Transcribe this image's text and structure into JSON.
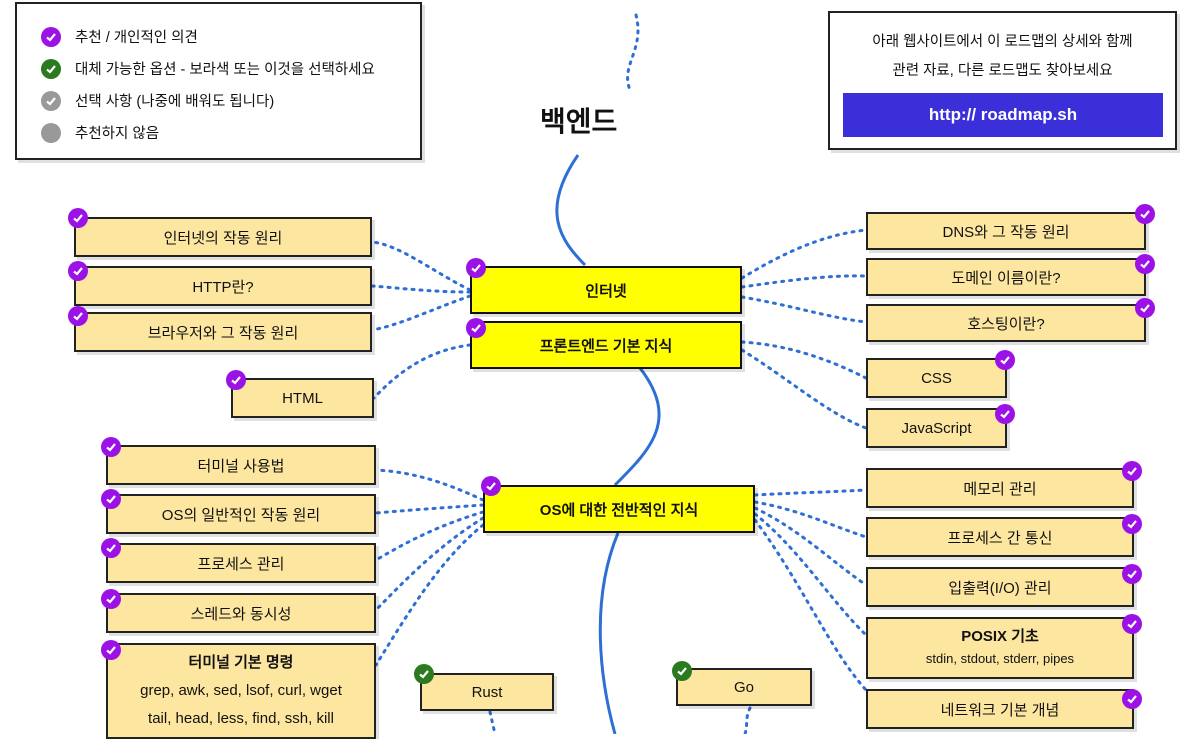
{
  "title": "백엔드",
  "legend": [
    {
      "label": "추천 / 개인적인 의견",
      "color": "#9b11e6"
    },
    {
      "label": "대체 가능한 옵션 - 보라색 또는 이것을 선택하세요",
      "color": "#2b7a1f"
    },
    {
      "label": "선택 사항 (나중에 배워도 됩니다)",
      "color": "#999999"
    },
    {
      "label": "추천하지 않음",
      "color": "#999999"
    }
  ],
  "info": {
    "line1": "아래 웹사이트에서 이 로드맵의 상세와 함께",
    "line2": "관련 자료, 다른 로드맵도 찾아보세요",
    "url": "http:// roadmap.sh"
  },
  "topics": {
    "internet": "인터넷",
    "frontend": "프론트엔드 기본 지식",
    "os": "OS에 대한 전반적인 지식"
  },
  "left_internet": [
    "인터넷의 작동 원리",
    "HTTP란?",
    "브라우저와 그 작동 원리"
  ],
  "html": "HTML",
  "right_internet": [
    "DNS와 그 작동 원리",
    "도메인 이름이란?",
    "호스팅이란?"
  ],
  "right_frontend": [
    "CSS",
    "JavaScript"
  ],
  "left_os": [
    "터미널 사용법",
    "OS의 일반적인 작동 원리",
    "프로세스 관리",
    "스레드와 동시성"
  ],
  "terminal_cmd": {
    "heading": "터미널 기본 명령",
    "line1": "grep, awk, sed, lsof, curl, wget",
    "line2": "tail, head, less, find, ssh, kill"
  },
  "right_os": [
    "메모리 관리",
    "프로세스 간 통신",
    "입출력(I/O) 관리"
  ],
  "posix": {
    "heading": "POSIX 기초",
    "sub": "stdin, stdout, stderr, pipes"
  },
  "network": "네트워크 기본 개념",
  "languages": [
    "Rust",
    "Go"
  ]
}
